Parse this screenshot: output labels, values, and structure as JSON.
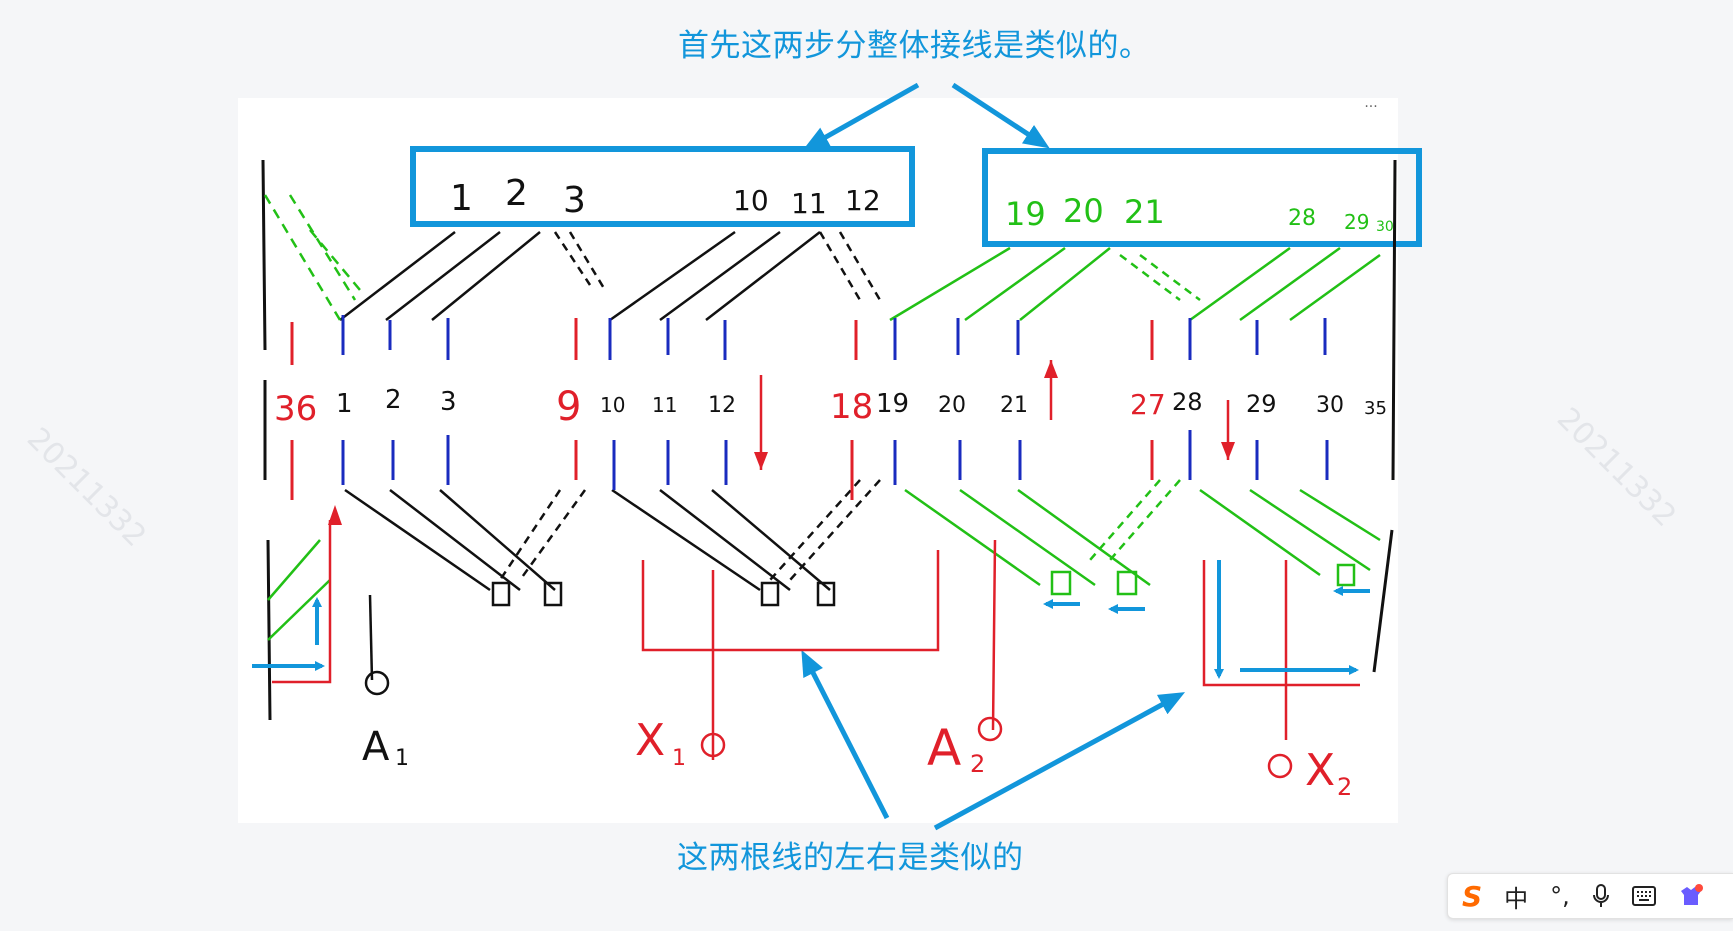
{
  "annotations": {
    "top": "首先这两步分整体接线是类似的。",
    "bottom": "这两根线的左右是类似的"
  },
  "watermark": "20211332",
  "menu": {
    "more": "···"
  },
  "sketch": {
    "box_left_labels": [
      "1",
      "2",
      "3",
      "10",
      "11",
      "12"
    ],
    "box_right_labels": [
      "19",
      "20",
      "21",
      "28",
      "29",
      "30"
    ],
    "slot_numbers_black": [
      "1",
      "2",
      "3",
      "10",
      "11",
      "12",
      "19",
      "20",
      "21",
      "28",
      "29",
      "30",
      "35"
    ],
    "slot_numbers_red": [
      "36",
      "9",
      "18",
      "27"
    ],
    "terminals": {
      "a1": "A",
      "a1_sub": "1",
      "x1": "X",
      "x1_sub": "1",
      "a2": "A",
      "a2_sub": "2",
      "x2": "X",
      "x2_sub": "2"
    }
  },
  "ime_toolbar": {
    "logo": "S",
    "mode": "中",
    "punct": "°,",
    "mic": "mic-icon",
    "keyboard": "keyboard-icon",
    "skin": "skin-icon"
  },
  "colors": {
    "annotation_blue": "#1296db",
    "green": "#22c016",
    "red": "#e0202a",
    "navy": "#1a2bbf"
  }
}
